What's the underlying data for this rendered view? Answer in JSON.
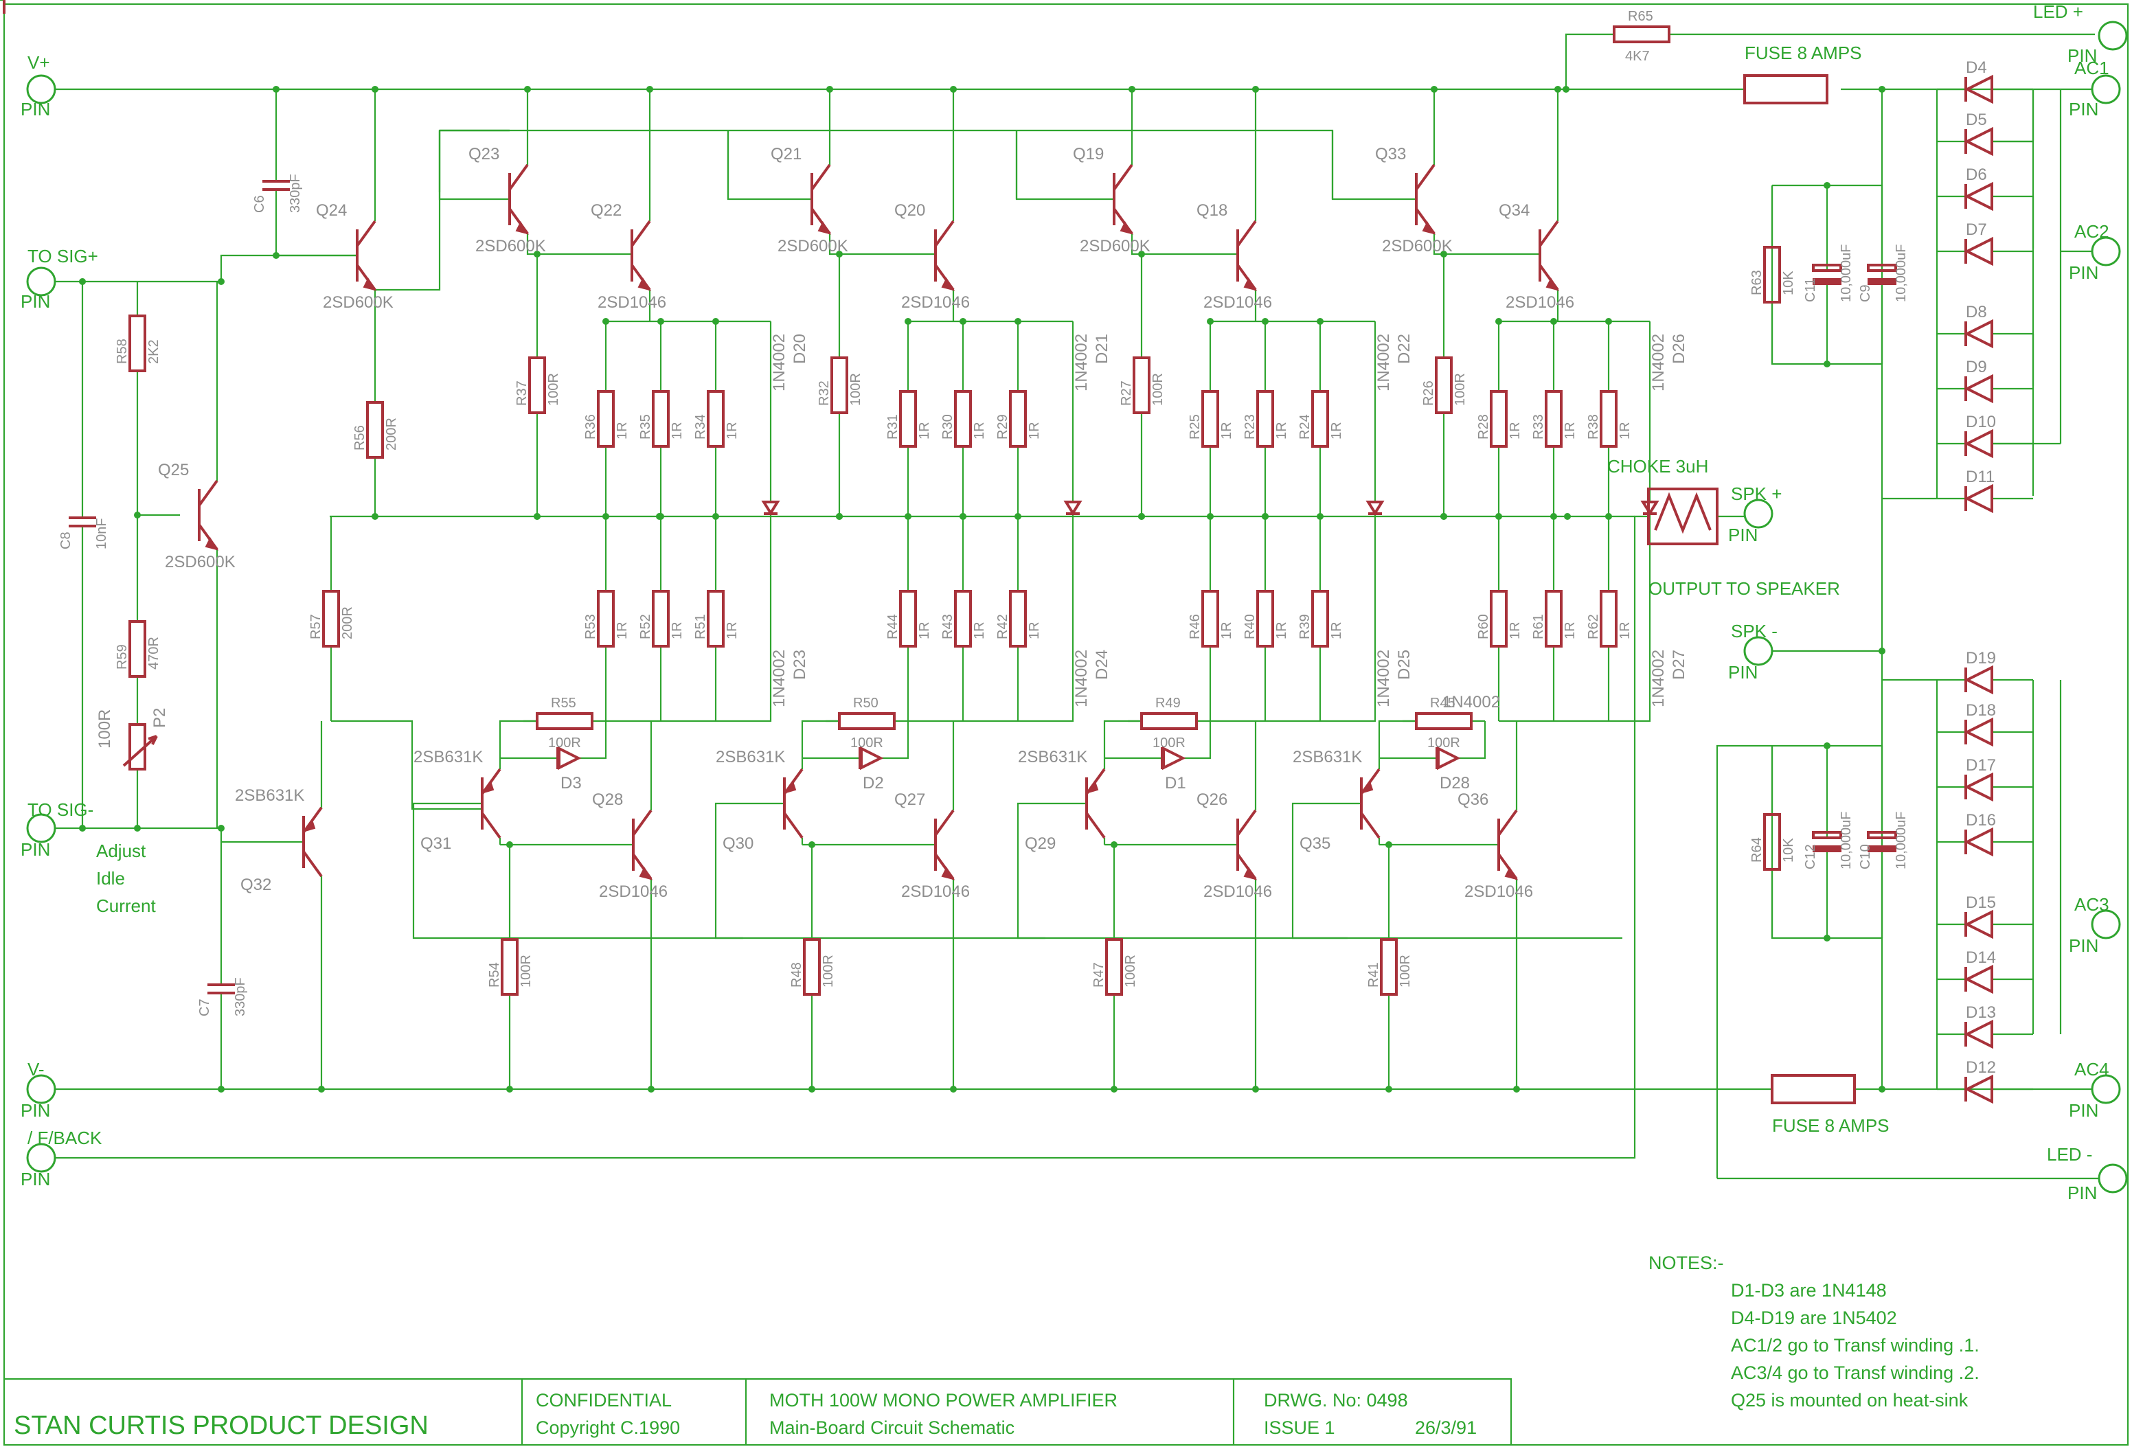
{
  "drawing": {
    "company": "STAN CURTIS PRODUCT DESIGN",
    "confidential": "CONFIDENTIAL",
    "copyright": "Copyright C.1990",
    "title": "MOTH 100W MONO POWER AMPLIFIER",
    "subtitle": "Main-Board Circuit Schematic",
    "drawing_no": "DRWG. No: 0498",
    "issue": "ISSUE 1",
    "date": "26/3/91"
  },
  "pins": {
    "vplus": "V+",
    "vminus": "V-",
    "sig_plus": "TO SIG+",
    "sig_minus": "TO SIG-",
    "fback": "/ F/BACK",
    "spk_plus": "SPK +",
    "spk_minus": "SPK -",
    "led_plus": "LED +",
    "led_minus": "LED -",
    "ac1": "AC1",
    "ac2": "AC2",
    "ac3": "AC3",
    "ac4": "AC4",
    "pin": "PIN"
  },
  "notes": {
    "heading": "NOTES:-",
    "lines": [
      "D1-D3 are 1N4148",
      "D4-D19 are 1N5402",
      "AC1/2 go to Transf winding .1.",
      "AC3/4 go to Transf winding .2.",
      "Q25 is mounted on heat-sink"
    ]
  },
  "labels": {
    "fuse": "FUSE 8 AMPS",
    "choke": "CHOKE 3uH",
    "output": "OUTPUT TO SPEAKER",
    "adjust": [
      "Adjust",
      "Idle",
      "Current"
    ]
  },
  "upper_transistors": [
    {
      "name": "Q23",
      "type": "2SD600K"
    },
    {
      "name": "Q22",
      "type": "2SD1046"
    },
    {
      "name": "Q21",
      "type": "2SD600K"
    },
    {
      "name": "Q20",
      "type": "2SD1046"
    },
    {
      "name": "Q19",
      "type": "2SD600K"
    },
    {
      "name": "Q18",
      "type": "2SD1046"
    },
    {
      "name": "Q33",
      "type": "2SD600K"
    },
    {
      "name": "Q34",
      "type": "2SD1046"
    }
  ],
  "driver_transistors": [
    {
      "name": "Q24",
      "type": "2SD600K"
    },
    {
      "name": "Q25",
      "type": "2SD600K"
    },
    {
      "name": "Q32",
      "type": "2SB631K"
    }
  ],
  "lower_transistors": [
    {
      "name": "Q31",
      "type": "2SB631K"
    },
    {
      "name": "Q28",
      "type": "2SD1046"
    },
    {
      "name": "Q30",
      "type": "2SB631K"
    },
    {
      "name": "Q27",
      "type": "2SD1046"
    },
    {
      "name": "Q29",
      "type": "2SB631K"
    },
    {
      "name": "Q26",
      "type": "2SD1046"
    },
    {
      "name": "Q35",
      "type": "2SB631K"
    },
    {
      "name": "Q36",
      "type": "2SD1046"
    }
  ],
  "upper_resistors": [
    {
      "name": "R37",
      "value": "100R"
    },
    {
      "name": "R36",
      "value": "1R"
    },
    {
      "name": "R35",
      "value": "1R"
    },
    {
      "name": "R34",
      "value": "1R"
    },
    {
      "name": "R32",
      "value": "100R"
    },
    {
      "name": "R31",
      "value": "1R"
    },
    {
      "name": "R30",
      "value": "1R"
    },
    {
      "name": "R29",
      "value": "1R"
    },
    {
      "name": "R27",
      "value": "100R"
    },
    {
      "name": "R25",
      "value": "1R"
    },
    {
      "name": "R23",
      "value": "1R"
    },
    {
      "name": "R24",
      "value": "1R"
    },
    {
      "name": "R26",
      "value": "100R"
    },
    {
      "name": "R28",
      "value": "1R"
    },
    {
      "name": "R33",
      "value": "1R"
    },
    {
      "name": "R38",
      "value": "1R"
    }
  ],
  "lower_resistors": [
    {
      "name": "R53",
      "value": "1R"
    },
    {
      "name": "R52",
      "value": "1R"
    },
    {
      "name": "R51",
      "value": "1R"
    },
    {
      "name": "R44",
      "value": "1R"
    },
    {
      "name": "R43",
      "value": "1R"
    },
    {
      "name": "R42",
      "value": "1R"
    },
    {
      "name": "R46",
      "value": "1R"
    },
    {
      "name": "R40",
      "value": "1R"
    },
    {
      "name": "R39",
      "value": "1R"
    },
    {
      "name": "R60",
      "value": "1R"
    },
    {
      "name": "R61",
      "value": "1R"
    },
    {
      "name": "R62",
      "value": "1R"
    }
  ],
  "other_resistors": [
    {
      "name": "R56",
      "value": "200R"
    },
    {
      "name": "R57",
      "value": "200R"
    },
    {
      "name": "R58",
      "value": "2K2"
    },
    {
      "name": "R59",
      "value": "470R"
    },
    {
      "name": "R54",
      "value": "100R"
    },
    {
      "name": "R48",
      "value": "100R"
    },
    {
      "name": "R47",
      "value": "100R"
    },
    {
      "name": "R41",
      "value": "100R"
    },
    {
      "name": "R55",
      "value": "100R"
    },
    {
      "name": "R50",
      "value": "100R"
    },
    {
      "name": "R49",
      "value": "100R"
    },
    {
      "name": "R45",
      "value": "100R"
    },
    {
      "name": "R65",
      "value": "4K7"
    },
    {
      "name": "R63",
      "value": "10K"
    },
    {
      "name": "R64",
      "value": "10K"
    }
  ],
  "pot": {
    "name": "P2",
    "value": "100R"
  },
  "capacitors": [
    {
      "name": "C6",
      "value": "330pF"
    },
    {
      "name": "C7",
      "value": "330pF"
    },
    {
      "name": "C8",
      "value": "10nF"
    },
    {
      "name": "C11",
      "value": "10,000uF"
    },
    {
      "name": "C9",
      "value": "10,000uF"
    },
    {
      "name": "C12",
      "value": "10,000uF"
    },
    {
      "name": "C10",
      "value": "10,000uF"
    }
  ],
  "clamp_diodes_upper": [
    "D20",
    "D21",
    "D22",
    "D26"
  ],
  "clamp_diodes_lower": [
    "D23",
    "D24",
    "D25",
    "D27"
  ],
  "clamp_diode_type": "1N4002",
  "small_diodes": [
    "D3",
    "D2",
    "D1",
    "D28"
  ],
  "d28_type": "1N4002",
  "bridge_upper": [
    "D4",
    "D5",
    "D6",
    "D7",
    "D8",
    "D9",
    "D10",
    "D11"
  ],
  "bridge_lower": [
    "D19",
    "D18",
    "D17",
    "D16",
    "D15",
    "D14",
    "D13",
    "D12"
  ],
  "colors": {
    "wire": "#2fa52f",
    "component": "#a8323a",
    "part_text": "#8e8e8e"
  }
}
